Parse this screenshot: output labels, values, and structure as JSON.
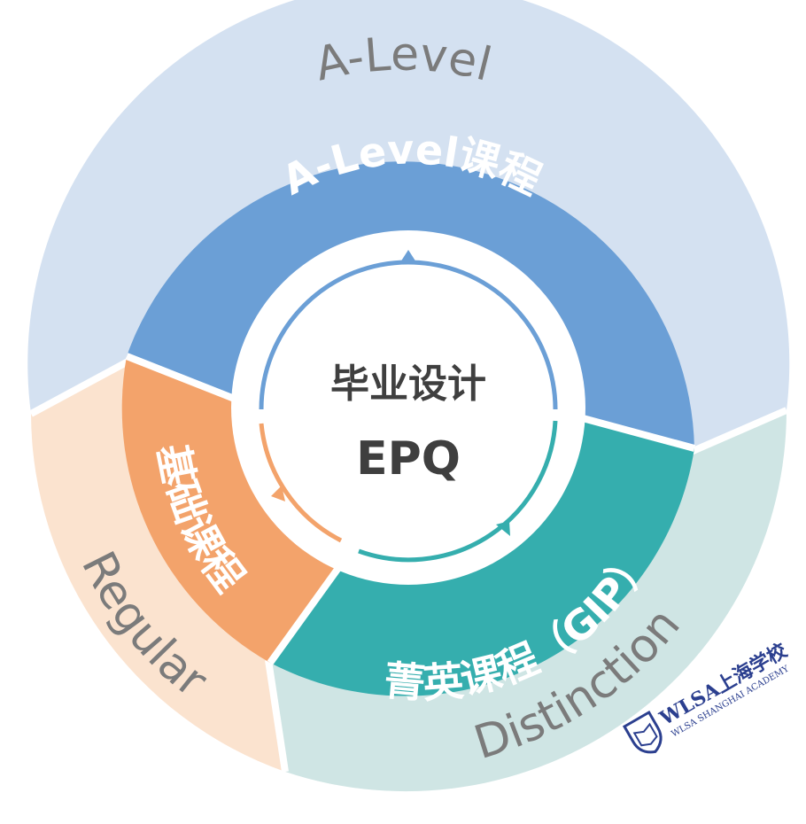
{
  "center": {
    "title": "毕业设计",
    "subtitle": "EPQ"
  },
  "inner_bands": {
    "alevel": "A-Level课程",
    "foundation": "基础课程",
    "gip": "菁英课程（GIP）"
  },
  "outer_rings": {
    "alevel": "A-Level",
    "regular": "Regular",
    "distinction": "Distinction"
  },
  "logo": {
    "name": "WLSA上海学校",
    "subname": "WLSA SHANGHAI ACADEMY"
  },
  "colors": {
    "outer_alevel": "#d4e1f1",
    "outer_regular": "#fbe3cf",
    "outer_distinction": "#cfe5e4",
    "band_alevel": "#6b9fd6",
    "band_foundation": "#f3a36b",
    "band_gip": "#35aeae",
    "ring_label": "#7b7b7b",
    "center_text": "#3f3f3f",
    "logo": "#2b3f8f"
  }
}
